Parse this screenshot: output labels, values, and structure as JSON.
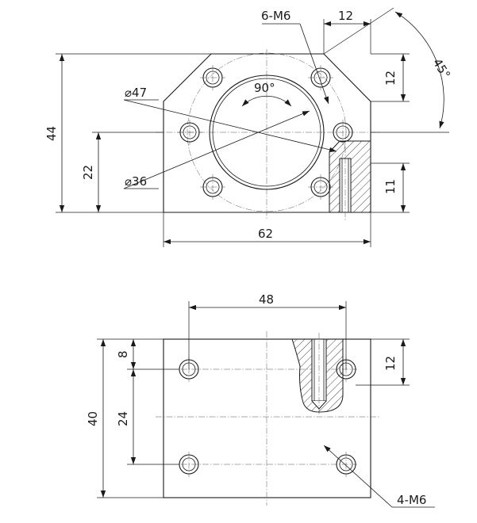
{
  "top_view": {
    "thread_callout": "6-M6",
    "dim_width_top": "12",
    "dim_angle": "45°",
    "dim_right_height": "12",
    "dim_total_height": "44",
    "dim_half_height": "22",
    "dim_outer_circle": "⌀47",
    "dim_inner_circle": "⌀36",
    "dim_hole_angle": "90°",
    "dim_hole_depth": "11",
    "dim_total_width": "62"
  },
  "bottom_view": {
    "dim_hole_spacing": "48",
    "dim_top_offset": "8",
    "dim_vertical_spacing": "24",
    "dim_total_height": "40",
    "dim_right_height": "12",
    "thread_callout": "4-M6"
  }
}
